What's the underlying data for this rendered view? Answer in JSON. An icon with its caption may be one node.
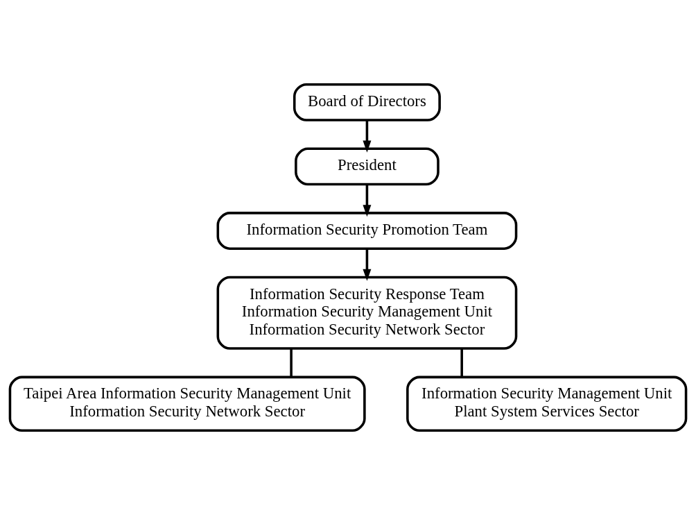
{
  "diagram": {
    "nodes": [
      {
        "text": [
          "Board of Directors"
        ]
      },
      {
        "text": [
          "President"
        ]
      },
      {
        "text": [
          "Information Security Promotion Team"
        ]
      },
      {
        "text": [
          "Information Security Response Team",
          "Information Security Management Unit",
          "Information Security Network Sector"
        ]
      },
      {
        "text": [
          "Taipei Area Information Security Management Unit",
          "Information Security Network Sector"
        ]
      },
      {
        "text": [
          "Information Security Management Unit",
          "Plant System Services Sector"
        ]
      }
    ],
    "edges": [
      {
        "from": 0,
        "to": 1,
        "arrow": "to"
      },
      {
        "from": 1,
        "to": 2,
        "arrow": "to"
      },
      {
        "from": 2,
        "to": 3,
        "arrow": "to"
      },
      {
        "from": 3,
        "to": 4,
        "arrow": "none"
      },
      {
        "from": 3,
        "to": 5,
        "arrow": "none"
      }
    ]
  }
}
